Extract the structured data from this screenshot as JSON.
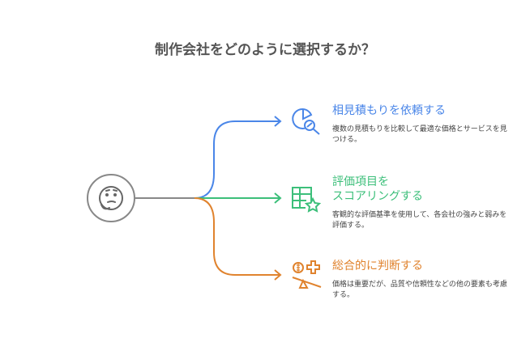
{
  "title": "制作会社をどのように選択するか？",
  "colors": {
    "blue": "#4a86e8",
    "green": "#3cbf7a",
    "orange": "#e0832e",
    "gray": "#888888"
  },
  "center_icon": "thinking-face-icon",
  "items": [
    {
      "heading": "相見積もりを依頼する",
      "heading2": "",
      "description": "複数の見積もりを比較して最適な価格とサービスを見つける。",
      "icon": "chart-search-icon"
    },
    {
      "heading": "評価項目を",
      "heading2": "スコアリングする",
      "description": "客観的な評価基準を使用して、各会社の強みと弱みを評価する。",
      "icon": "table-star-icon"
    },
    {
      "heading": "総合的に判断する",
      "heading2": "",
      "description": "価格は重要だが、品質や信頼性などの他の要素も考慮する。",
      "icon": "balance-scale-icon"
    }
  ]
}
